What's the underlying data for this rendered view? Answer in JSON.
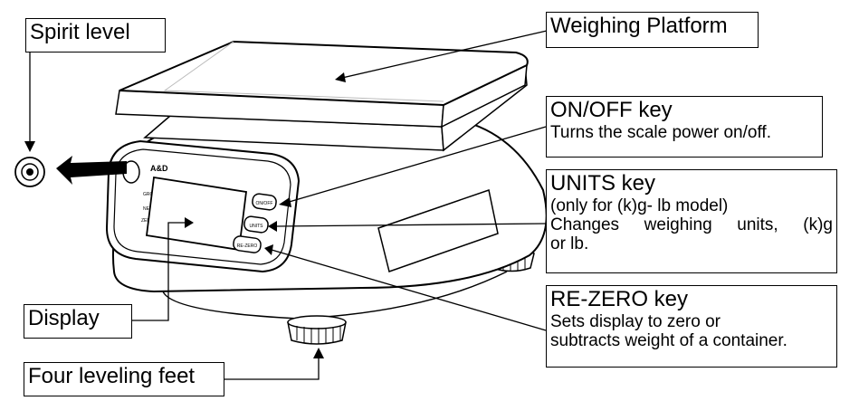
{
  "labels": {
    "spirit_level": "Spirit level",
    "weighing_platform": "Weighing Platform",
    "on_off": {
      "title": "ON/OFF key",
      "desc": "Turns the scale power on/off."
    },
    "units": {
      "title": "UNITS key",
      "note": "(only for (k)g- lb model)",
      "desc_line1": "Changes weighing units, (k)g",
      "desc_line2": "or lb."
    },
    "re_zero": {
      "title": "RE-ZERO key",
      "desc_line1": "Sets display to zero or",
      "desc_line2": "subtracts weight of a container."
    },
    "display": "Display",
    "feet": "Four leveling feet"
  },
  "scale": {
    "brand": "A&D",
    "panel_labels": [
      "GROSS",
      "NET",
      "ZERO"
    ],
    "keys": [
      "ON/OFF",
      "UNITS",
      "RE-ZERO"
    ]
  }
}
